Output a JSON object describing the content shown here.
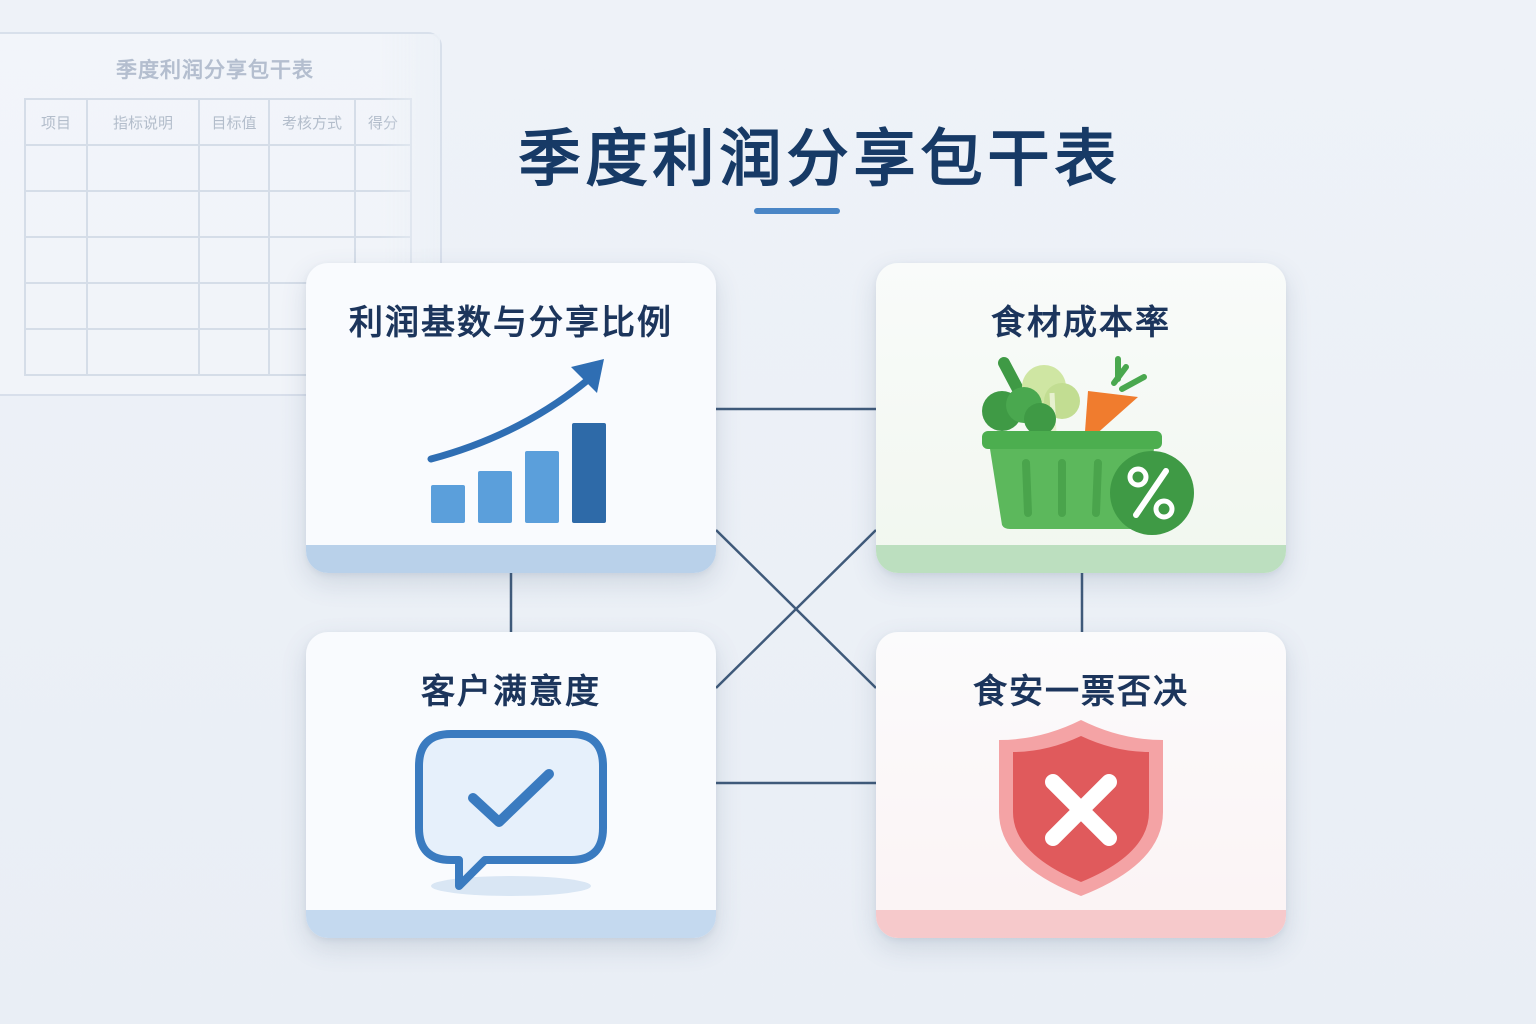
{
  "background_table": {
    "title": "季度利润分享包干表",
    "headers": [
      "项目",
      "指标说明",
      "目标值",
      "考核方式",
      "得分"
    ]
  },
  "title": "季度利润分享包干表",
  "cards": {
    "profit": {
      "label": "利润基数与分享比例",
      "icon": "growth-chart-icon",
      "accent": "#b9d1ea"
    },
    "food": {
      "label": "食材成本率",
      "icon": "vegetable-basket-percent-icon",
      "accent": "#bcdfbf"
    },
    "satisfaction": {
      "label": "客户满意度",
      "icon": "chat-check-icon",
      "accent": "#c4d9ef"
    },
    "safety": {
      "label": "食安一票否决",
      "icon": "shield-x-icon",
      "accent": "#f6c9cb"
    }
  },
  "colors": {
    "title": "#173a66",
    "connector": "#3f5a7a",
    "blue": "#3a7bc0",
    "green": "#4caf50",
    "red": "#e05a5c"
  }
}
